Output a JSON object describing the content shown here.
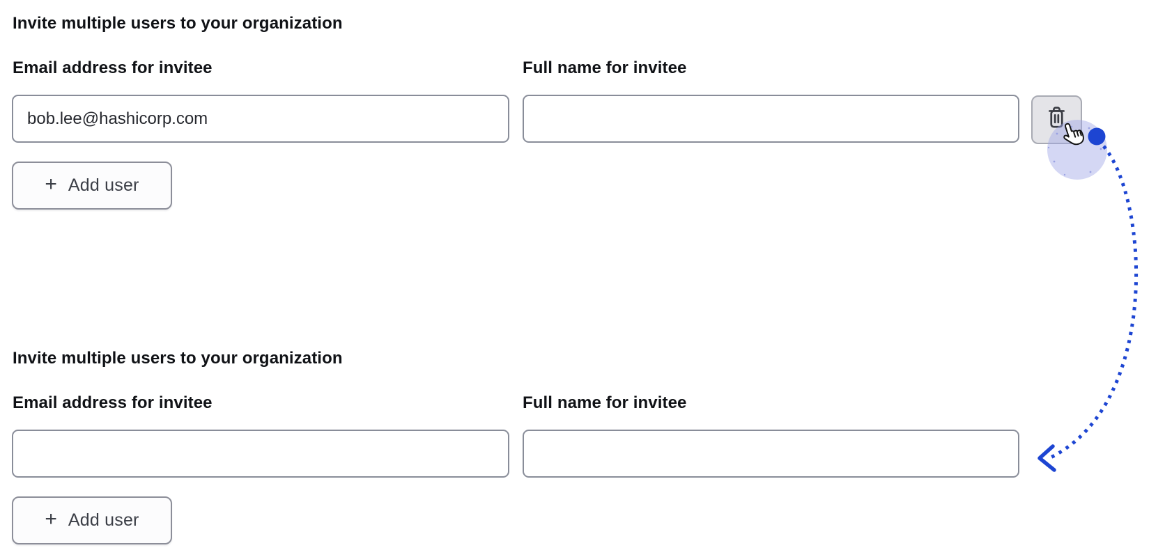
{
  "colors": {
    "accent_blue": "#1d45d2",
    "text_primary": "#101216",
    "input_border": "#898d99",
    "button_bg": "#fcfcfd",
    "button_border": "#8c8e99",
    "icon_button_bg": "#e4e4e8",
    "icon_button_border": "#a8aab3",
    "trash_icon_color": "#3b3d44",
    "click_halo": "#d5d7f4"
  },
  "icons": {
    "plus_glyph": "+",
    "trash": "trash-icon",
    "hand_cursor": "hand-cursor-icon"
  },
  "form_before": {
    "heading": "Invite multiple users to your organization",
    "email_label": "Email address for invitee",
    "email_value": "bob.lee@hashicorp.com",
    "name_label": "Full name for invitee",
    "name_value": "",
    "add_button_label": "Add user"
  },
  "form_after": {
    "heading": "Invite multiple users to your organization",
    "email_label": "Email address for invitee",
    "email_value": "",
    "name_label": "Full name for invitee",
    "name_value": "",
    "add_button_label": "Add user"
  }
}
